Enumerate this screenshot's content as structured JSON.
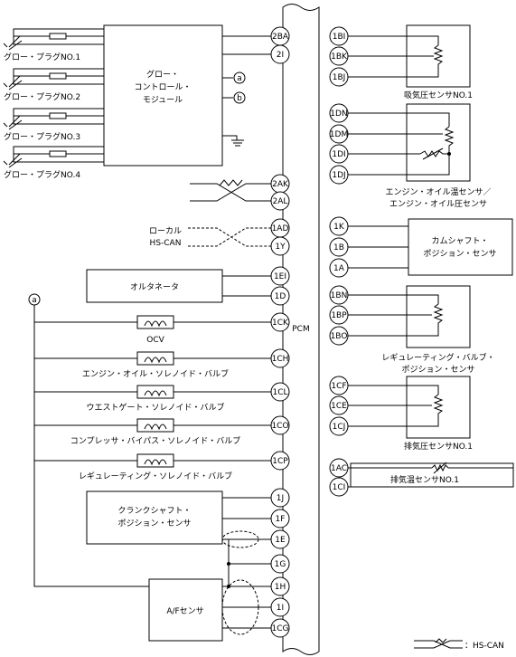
{
  "pcm_label": "PCM",
  "legend_label": "：HS-CAN",
  "glow_plugs": [
    "グロー・プラグNO.1",
    "グロー・プラグNO.2",
    "グロー・プラグNO.3",
    "グロー・プラグNO.4"
  ],
  "glow_module": {
    "line1": "グロー・",
    "line2": "コントロール・",
    "line3": "モジュール"
  },
  "connector_a": "a",
  "connector_b": "b",
  "local_hscan": {
    "line1": "ローカル",
    "line2": "HS-CAN"
  },
  "alternator": "オルタネータ",
  "solenoids": [
    "OCV",
    "エンジン・オイル・ソレノイド・バルブ",
    "ウエストゲート・ソレノイド・バルブ",
    "コンプレッサ・バイパス・ソレノイド・バルブ",
    "レギュレーティング・ソレノイド・バルブ"
  ],
  "crank_sensor": {
    "line1": "クランクシャフト・",
    "line2": "ポジション・センサ"
  },
  "af_sensor": "A/Fセンサ",
  "intake_sensor": "吸気圧センサNO.1",
  "oil_sensor": {
    "line1": "エンジン・オイル温センサ／",
    "line2": "エンジン・オイル圧センサ"
  },
  "cam_sensor": {
    "line1": "カムシャフト・",
    "line2": "ポジション・センサ"
  },
  "reg_valve_sensor": {
    "line1": "レギュレーティング・バルブ・",
    "line2": "ポジション・センサ"
  },
  "exhaust_pressure_sensor": "排気圧センサNO.1",
  "exhaust_temp_sensor": "排気温センサNO.1",
  "left_pins": [
    "2BA",
    "2I",
    "2AK",
    "2AL",
    "1AD",
    "1Y",
    "1EI",
    "1D",
    "1CK",
    "1CH",
    "1CL",
    "1CO",
    "1CP",
    "1J",
    "1F",
    "1E",
    "1G",
    "1H",
    "1I",
    "1CG"
  ],
  "right_pins": [
    "1BI",
    "1BK",
    "1BJ",
    "1DN",
    "1DM",
    "1DI",
    "1DJ",
    "1K",
    "1B",
    "1A",
    "1BN",
    "1BP",
    "1BO",
    "1CF",
    "1CE",
    "1CJ",
    "1AC",
    "1CI"
  ]
}
